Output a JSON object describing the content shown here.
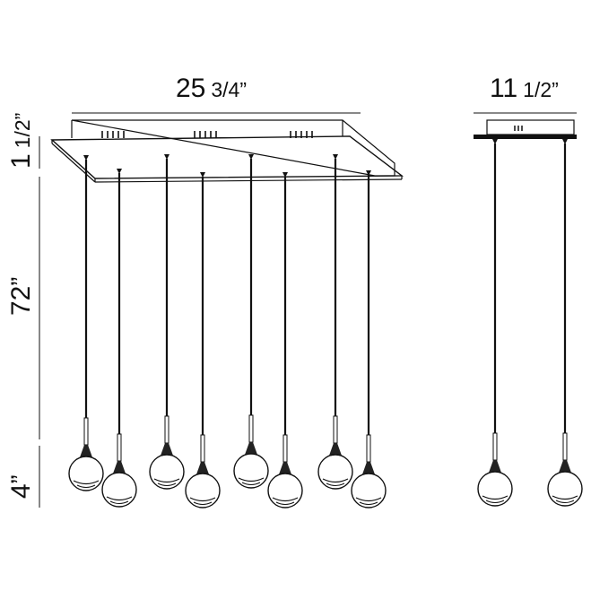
{
  "dimensions": {
    "front_width": {
      "whole": "25",
      "fraction": "3/4”"
    },
    "side_width": {
      "whole": "11",
      "fraction": "1/2”"
    },
    "canopy_height": {
      "whole": "1",
      "fraction": "1/2”"
    },
    "cord_length": "72”",
    "globe_height": "4”"
  },
  "front_view": {
    "pendant_count": 8
  },
  "side_view": {
    "pendant_count": 2
  },
  "colors": {
    "line": "#111111",
    "background": "#ffffff"
  }
}
